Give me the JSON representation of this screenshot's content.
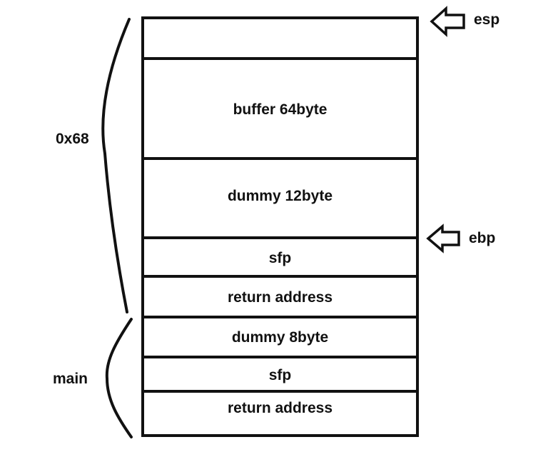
{
  "stack": {
    "cells": [
      {
        "label": ""
      },
      {
        "label": "buffer 64byte"
      },
      {
        "label": "dummy 12byte"
      },
      {
        "label": "sfp"
      },
      {
        "label": "return address"
      },
      {
        "label": "dummy 8byte"
      },
      {
        "label": "sfp"
      },
      {
        "label": "return address"
      }
    ]
  },
  "pointers": {
    "esp": "esp",
    "ebp": "ebp"
  },
  "groups": {
    "upper": "0x68",
    "lower": "main"
  },
  "colors": {
    "stroke": "#111111",
    "background": "#ffffff"
  }
}
